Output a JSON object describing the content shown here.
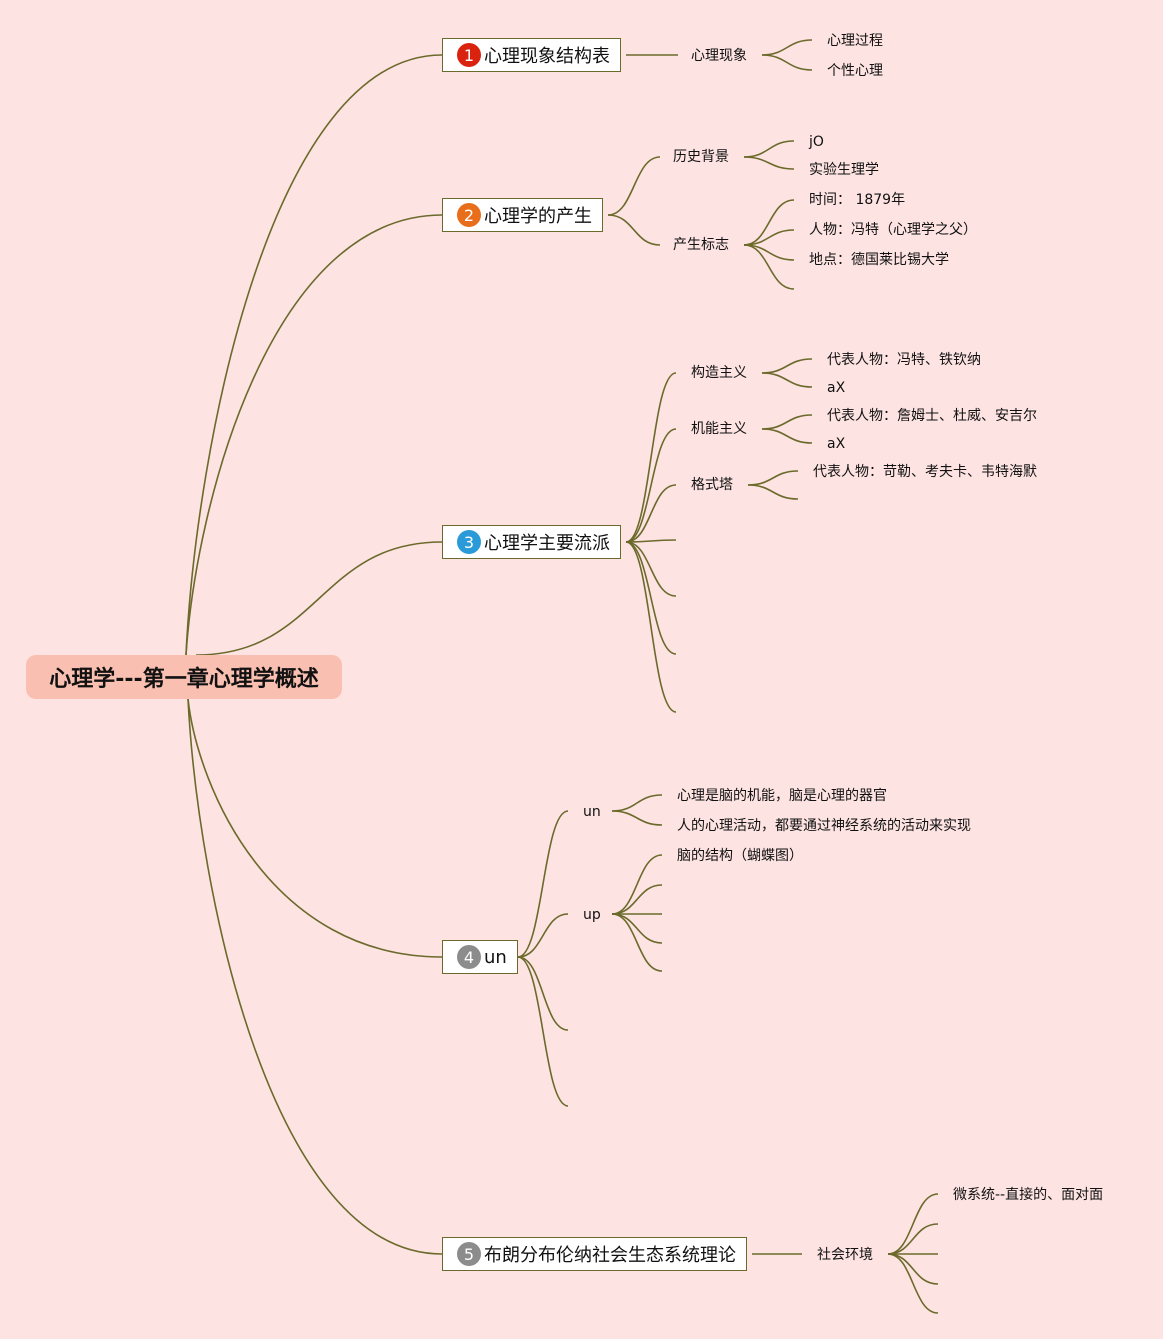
{
  "root": {
    "text": "心理学---第一章心理学概述"
  },
  "branches": [
    {
      "label": "心理现象结构表",
      "badge": "1",
      "color": "#d9230f",
      "children": [
        {
          "label": "心理现象",
          "children": [
            {
              "label": "心理过程"
            },
            {
              "label": "个性心理"
            }
          ]
        }
      ]
    },
    {
      "label": "心理学的产生",
      "badge": "2",
      "color": "#e86e1b",
      "children": [
        {
          "label": "历史背景",
          "children": [
            {
              "label": "jO"
            },
            {
              "label": "实验生理学"
            }
          ]
        },
        {
          "label": "产生标志",
          "children": [
            {
              "label": "时间：  1879年"
            },
            {
              "label": "人物：冯特（心理学之父）"
            },
            {
              "label": "地点：德国莱比锡大学"
            },
            {
              "label": ""
            }
          ]
        }
      ]
    },
    {
      "label": "心理学主要流派",
      "badge": "3",
      "color": "#2a9bd8",
      "children": [
        {
          "label": "构造主义",
          "children": [
            {
              "label": "代表人物：冯特、铁钦纳"
            },
            {
              "label": "aX"
            }
          ]
        },
        {
          "label": "机能主义",
          "children": [
            {
              "label": "代表人物：詹姆士、杜威、安吉尔"
            },
            {
              "label": "aX"
            }
          ]
        },
        {
          "label": "格式塔",
          "children": [
            {
              "label": "代表人物：苛勒、考夫卡、韦特海默"
            },
            {
              "label": ""
            }
          ]
        },
        {
          "label": ""
        },
        {
          "label": ""
        },
        {
          "label": ""
        },
        {
          "label": ""
        }
      ]
    },
    {
      "label": "un",
      "badge": "4",
      "color": "#8c8c8c",
      "children": [
        {
          "label": "un",
          "children": [
            {
              "label": "心理是脑的机能，脑是心理的器官"
            },
            {
              "label": "人的心理活动，都要通过神经系统的活动来实现"
            }
          ]
        },
        {
          "label": "up",
          "children": [
            {
              "label": "脑的结构（蝴蝶图）"
            },
            {
              "label": ""
            },
            {
              "label": ""
            },
            {
              "label": ""
            },
            {
              "label": ""
            }
          ]
        },
        {
          "label": ""
        },
        {
          "label": ""
        }
      ]
    },
    {
      "label": "布朗分布伦纳社会生态系统理论",
      "badge": "5",
      "color": "#8c8c8c",
      "children": [
        {
          "label": "社会环境",
          "children": [
            {
              "label": "微系统--直接的、面对面"
            },
            {
              "label": ""
            },
            {
              "label": ""
            },
            {
              "label": ""
            },
            {
              "label": ""
            }
          ]
        }
      ]
    }
  ]
}
